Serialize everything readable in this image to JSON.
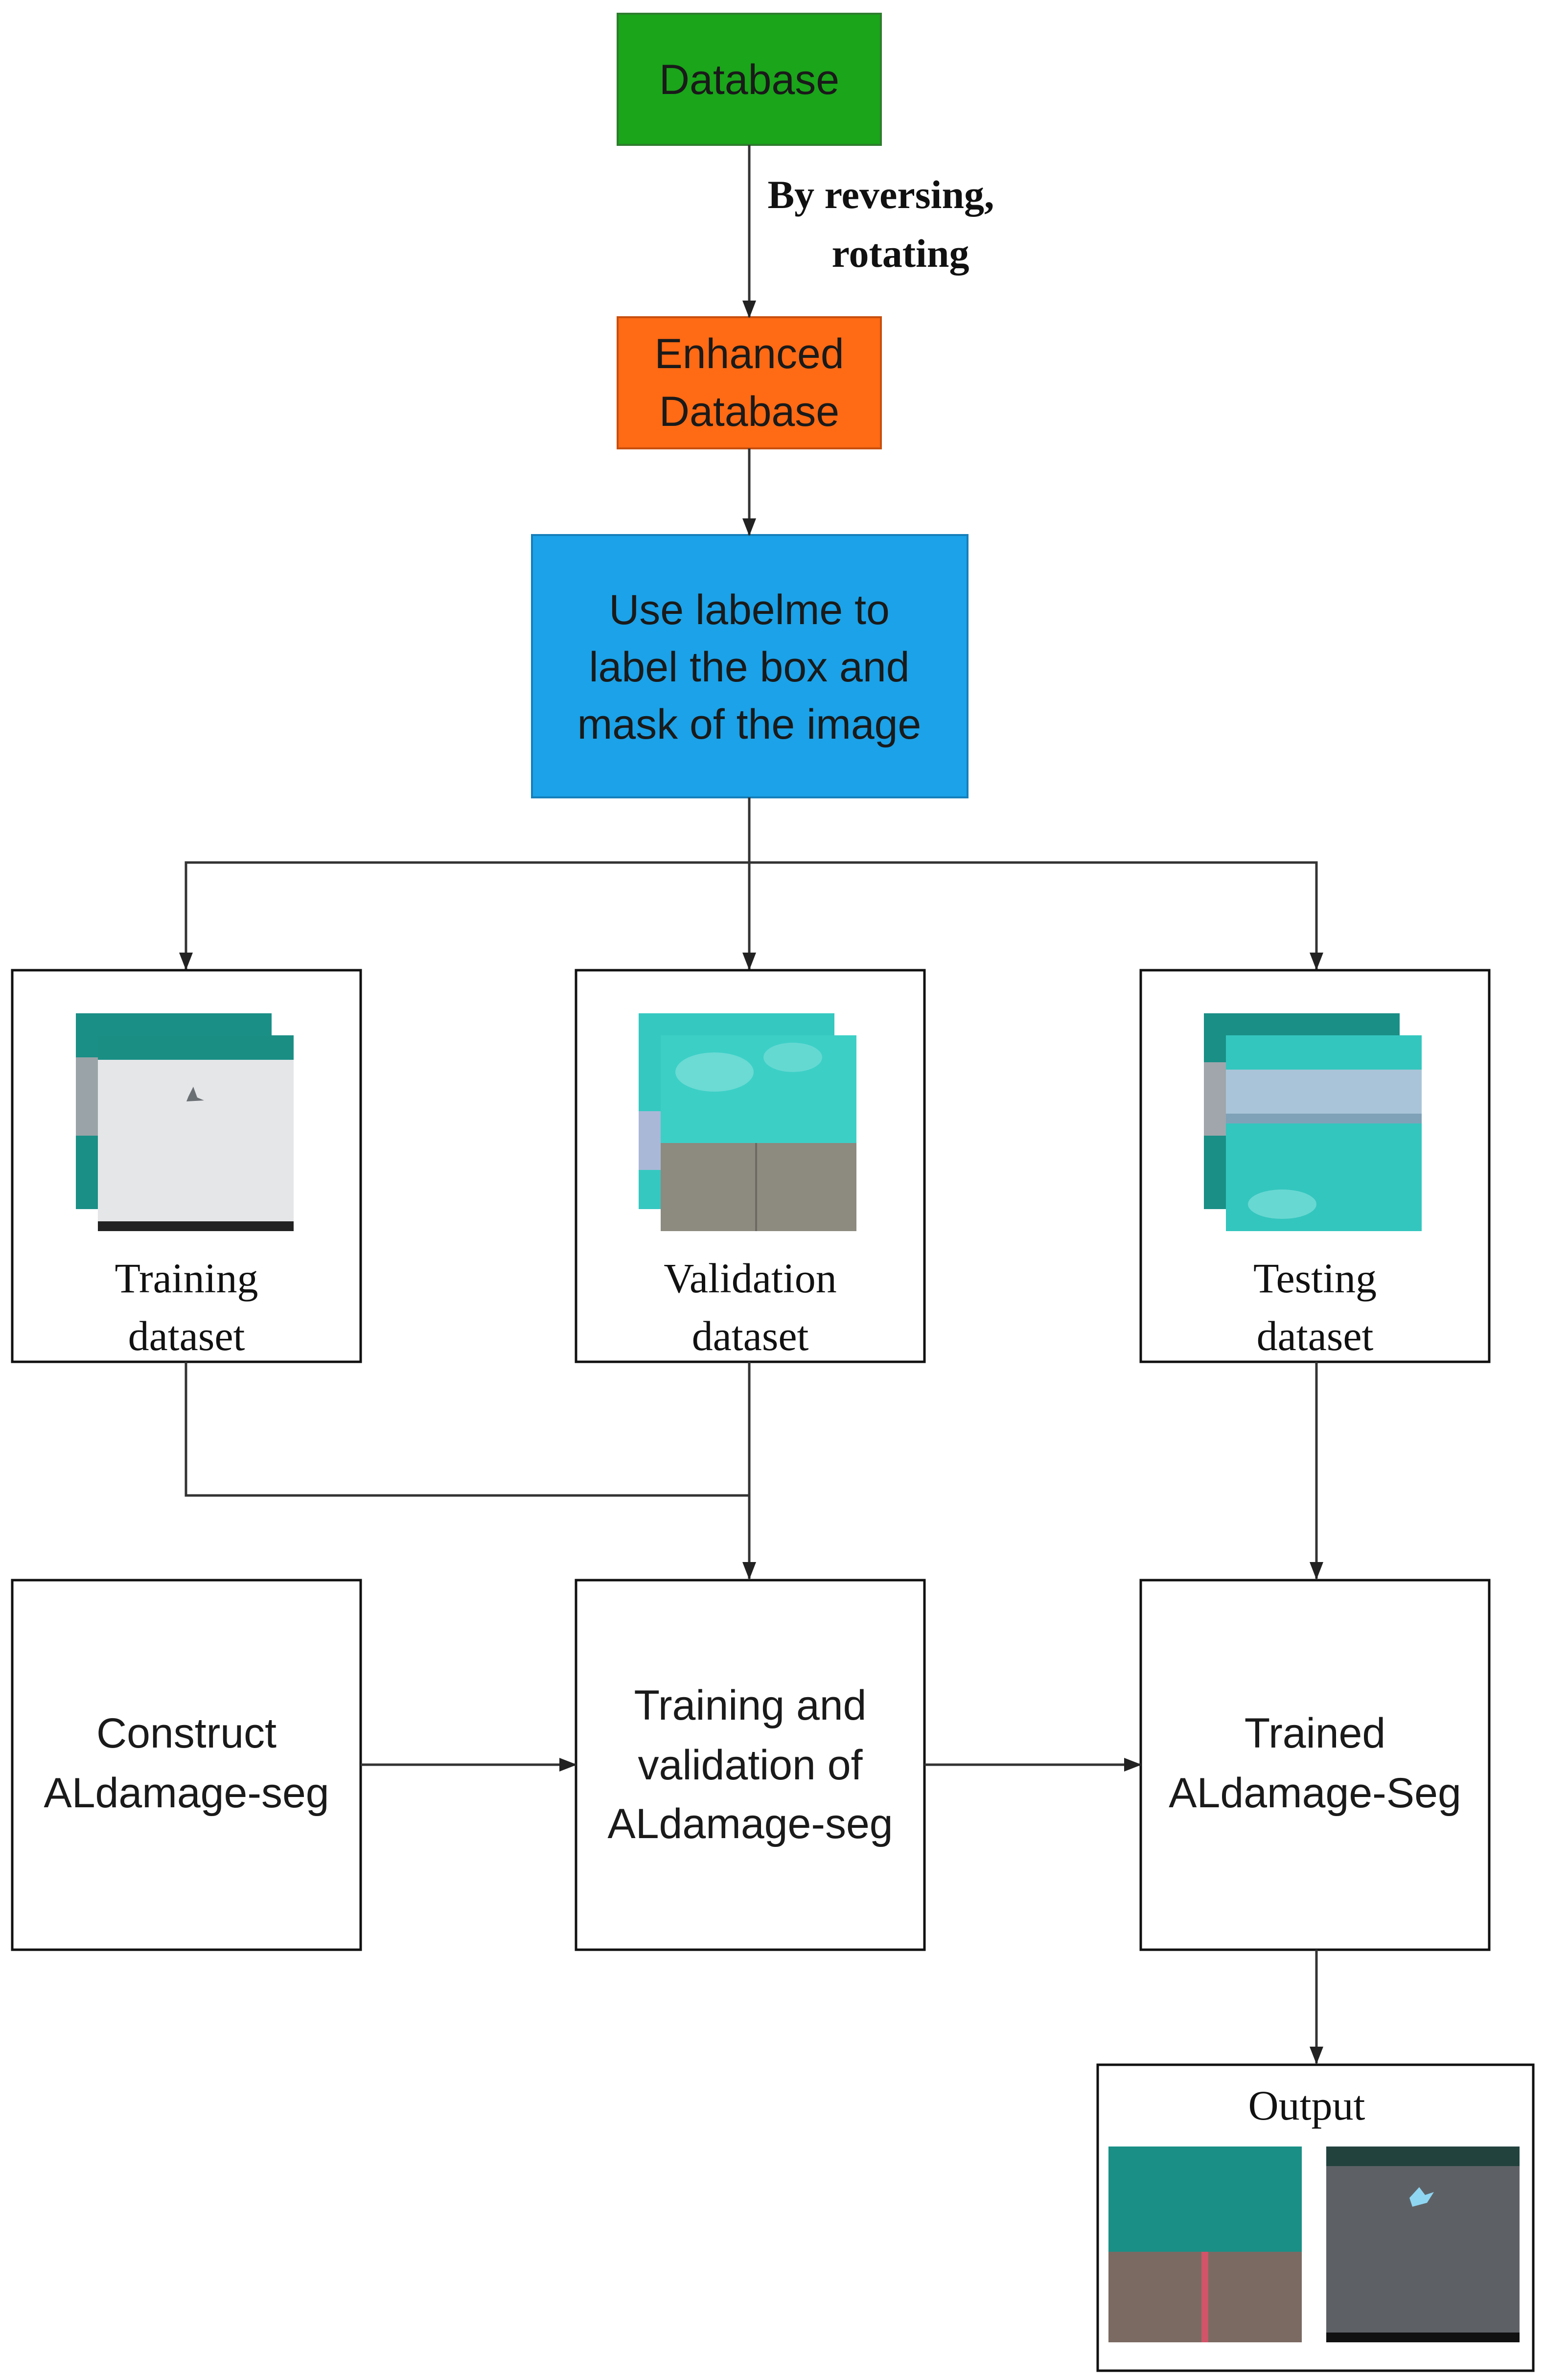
{
  "nodes": {
    "database": {
      "label": "Database",
      "color": "#1aa51a"
    },
    "enhanced": {
      "lines": [
        "Enhanced",
        "Database"
      ],
      "color": "#ff6a14"
    },
    "labelme": {
      "lines": [
        "Use labelme to",
        "label the box and",
        "mask of the image"
      ],
      "color": "#1ba2e8"
    },
    "training_dataset": {
      "lines": [
        "Training",
        "dataset"
      ]
    },
    "validation_dataset": {
      "lines": [
        "Validation",
        "dataset"
      ]
    },
    "testing_dataset": {
      "lines": [
        "Testing",
        "dataset"
      ]
    },
    "construct": {
      "lines": [
        "Construct",
        "ALdamage-seg"
      ]
    },
    "train_val": {
      "lines": [
        "Training and",
        "validation of",
        "ALdamage-seg"
      ]
    },
    "trained": {
      "lines": [
        "Trained",
        "ALdamage-Seg"
      ]
    },
    "output": {
      "label": "Output"
    }
  },
  "edges": {
    "db_to_enhanced_label": [
      "By reversing,",
      "rotating"
    ]
  }
}
